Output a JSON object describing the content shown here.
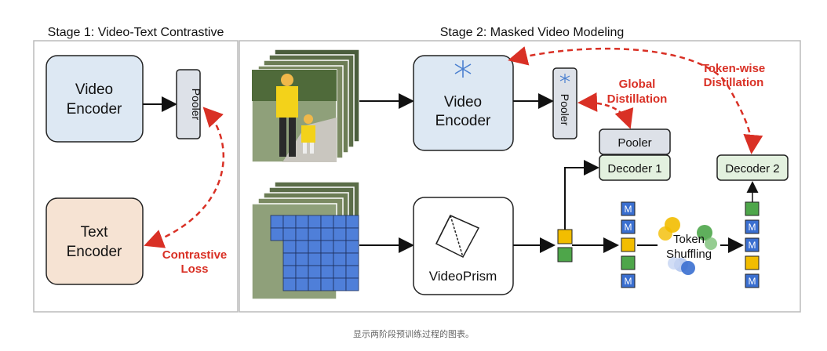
{
  "stage1": {
    "title": "Stage 1: Video-Text Contrastive",
    "video_encoder": [
      "Video",
      "Encoder"
    ],
    "pooler": "Pooler",
    "text_encoder": [
      "Text",
      "Encoder"
    ],
    "loss": [
      "Contrastive",
      "Loss"
    ]
  },
  "stage2": {
    "title": "Stage 2: Masked Video Modeling",
    "video_encoder": [
      "Video",
      "Encoder"
    ],
    "pooler_vertical": "Pooler",
    "pooler": "Pooler",
    "decoder1": "Decoder 1",
    "decoder2": "Decoder 2",
    "videoprism": "VideoPrism",
    "global_distillation": [
      "Global",
      "Distillation"
    ],
    "tokenwise_distillation": [
      "Token-wise",
      "Distillation"
    ],
    "token_shuffling": [
      "Token",
      "Shuffling"
    ],
    "mask_token": "M"
  },
  "colors": {
    "encoder_blue": "#dde8f3",
    "text_encoder": "#f6e3d3",
    "decoder_green": "#e3f1df",
    "pooler_gray": "#dde1e8",
    "arrow_red": "#d93025",
    "token_yellow": "#f2bd00",
    "token_green": "#4ea64a",
    "token_blue": "#3a6fd0",
    "mask_grid_blue": "#4f7fd9"
  },
  "caption": "显示两阶段预训练过程的图表。"
}
